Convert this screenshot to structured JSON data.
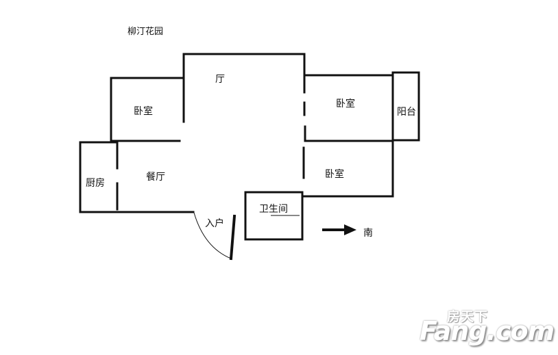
{
  "title": "柳汀花园",
  "rooms": {
    "living_room": "厅",
    "bedroom_nw": "卧室",
    "bedroom_ne": "卧室",
    "bedroom_se": "卧室",
    "balcony": "阳台",
    "kitchen": "厨房",
    "dining_room": "餐厅",
    "bathroom": "卫生间",
    "entrance": "入户"
  },
  "compass": {
    "direction_label": "南",
    "arrow_icon": "arrow-right-icon"
  },
  "watermark": {
    "brand_cn": "房天下",
    "brand_en": "Fang.com"
  },
  "colors": {
    "wall": "#111111",
    "background": "#ffffff",
    "watermark_shadow": "#8c8c8c"
  }
}
